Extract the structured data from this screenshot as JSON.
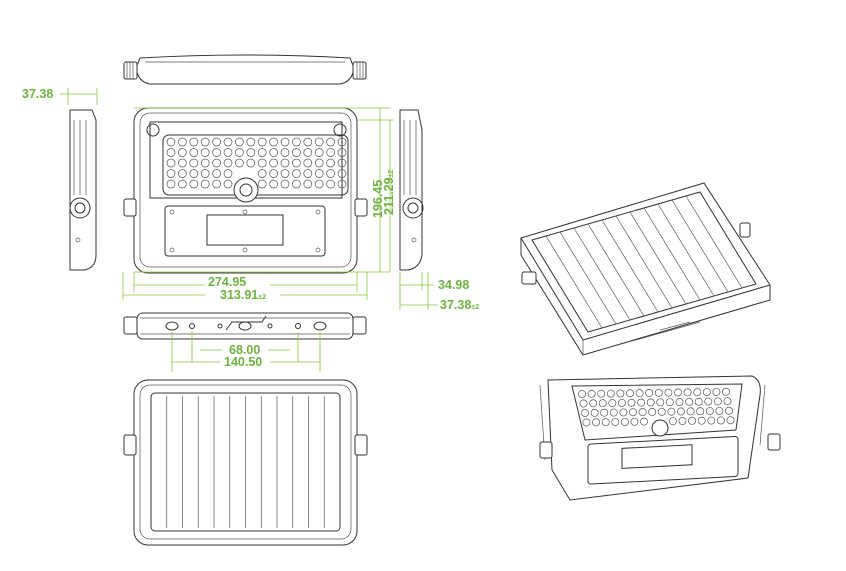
{
  "title": "Solar flood light dimension drawing",
  "colors": {
    "dimension": "#6db33f",
    "line": "#333333"
  },
  "units": "mm",
  "dimensions": {
    "side_depth": "37.38",
    "led_height": "196.45",
    "total_height": "211.29",
    "total_height_tol": "±2",
    "body_width": "274.95",
    "total_width": "313.91",
    "total_width_tol": "±2",
    "right_depth": "34.98",
    "right_total_depth": "37.38",
    "right_total_depth_tol": "±2",
    "hole_inner": "68.00",
    "hole_outer": "140.50"
  },
  "views": [
    "top-view",
    "back-view",
    "left-side-view",
    "right-side-view",
    "bottom-view",
    "front-solar-view",
    "iso-solar-view",
    "iso-back-view"
  ]
}
